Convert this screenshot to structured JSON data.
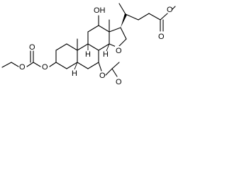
{
  "molecule": {
    "labels": {
      "oh": "OH",
      "ketone_o": "O",
      "ester_o1": "O",
      "ester_o2": "O",
      "carbonate_o1": "O",
      "carbonate_o2": "O",
      "carbonate_o3": "O",
      "acetate_o1": "O",
      "acetate_o2": "O",
      "stereo_h1": "H",
      "stereo_h2": "H",
      "stereo_h3": "H"
    }
  }
}
